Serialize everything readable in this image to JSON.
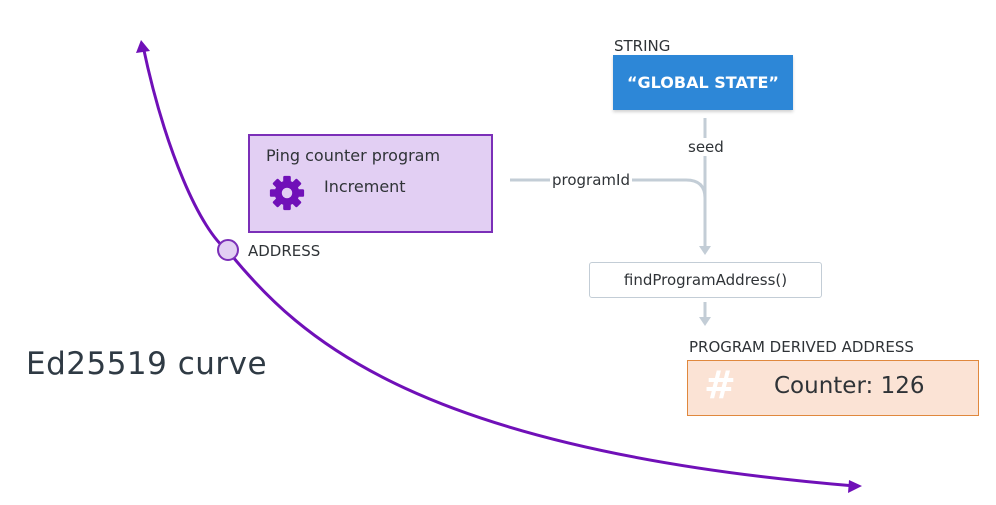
{
  "curve": {
    "label": "Ed25519 curve"
  },
  "program": {
    "title": "Ping counter program",
    "action": "Increment",
    "icon": "gear-icon"
  },
  "address": {
    "label": "ADDRESS"
  },
  "string": {
    "label": "STRING",
    "value": "“GLOBAL STATE”"
  },
  "edges": {
    "seed": "seed",
    "program_id": "programId"
  },
  "function": {
    "label": "findProgramAddress()"
  },
  "pda": {
    "label": "PROGRAM DERIVED ADDRESS",
    "icon": "hash-icon",
    "hash_glyph": "#",
    "value": "Counter: 126"
  },
  "colors": {
    "curve": "#7010b8",
    "program_fill": "#e2cff3",
    "program_border": "#7b2fb8",
    "string_fill": "#2d87d7",
    "connector": "#c3cdd6",
    "pda_fill": "#fbe3d5",
    "pda_border": "#e0883d"
  }
}
